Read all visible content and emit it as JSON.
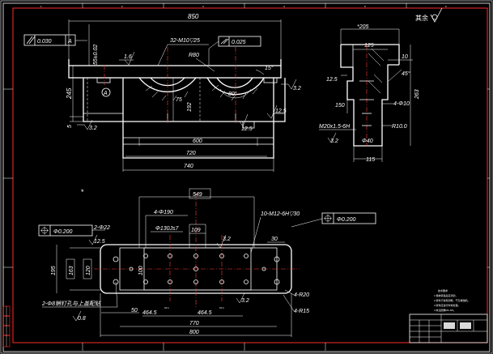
{
  "header": {
    "roughness_note": "其余"
  },
  "front_view": {
    "tol_flatness": "0.030",
    "datum_a": "A",
    "tol_parallel": "0.025",
    "labels": {
      "top_span": "850",
      "thread_spec": "32-M10▽25",
      "side_height": "55±0.02",
      "r80": "R80",
      "ra16": "1.6",
      "angle15": "15°",
      "angle80": "80°",
      "h245": "245",
      "d75": "75",
      "d192": "192",
      "d5": "5",
      "d125a": "12.5",
      "d125b": "12.5",
      "ra32a": "3.2",
      "ra32b": "3.2",
      "d600": "600",
      "d720": "720",
      "d740": "740",
      "datum_mark": "A"
    }
  },
  "side_view": {
    "labels": {
      "d205": "*205",
      "d125": "125",
      "d10": "10",
      "d45": "45°",
      "d125r": "12.5",
      "d263": "263",
      "d4010": "4-Φ10",
      "d150": "150",
      "thread": "M20x1.5-6H",
      "r10": "R10.0",
      "ra32": "3.2",
      "d40": "Φ40",
      "d115": "115"
    }
  },
  "plan_view": {
    "labels": {
      "d549": "549",
      "d4190": "4-Φ190",
      "d130": "Φ130Js7",
      "d109": "109",
      "ra32": "3.2",
      "thread": "10-M12-6H▽30",
      "pos_left": "Φ0.200",
      "pos_right": "Φ0.200",
      "d22": "2-Φ22",
      "ra125": "12.5",
      "d30": "30",
      "d195": "195",
      "d163": "163",
      "d120": "120",
      "d100": "100",
      "pin_note": "2-Φ8销钉孔与上盖配钻",
      "ra08": "0.8",
      "d50": "50",
      "d464a": "464.5",
      "tol_a": "±0.1",
      "d464b": "464.5",
      "tol_b": "±0.1",
      "ra32b": "3.2",
      "r20": "4-R20",
      "r15": "4-R15",
      "d770": "770",
      "d800": "800"
    }
  },
  "notes": {
    "title": "技术要求",
    "lines": [
      "1.箱体铸造后应清砂。",
      "2.铸件不得有砂眼、气孔等缺陷。",
      "3.铸件应进行时效处理。",
      "4.未注圆角R3~R5。"
    ]
  },
  "border_marks": [
    "1",
    "2",
    "3",
    "4",
    "5",
    "6"
  ]
}
